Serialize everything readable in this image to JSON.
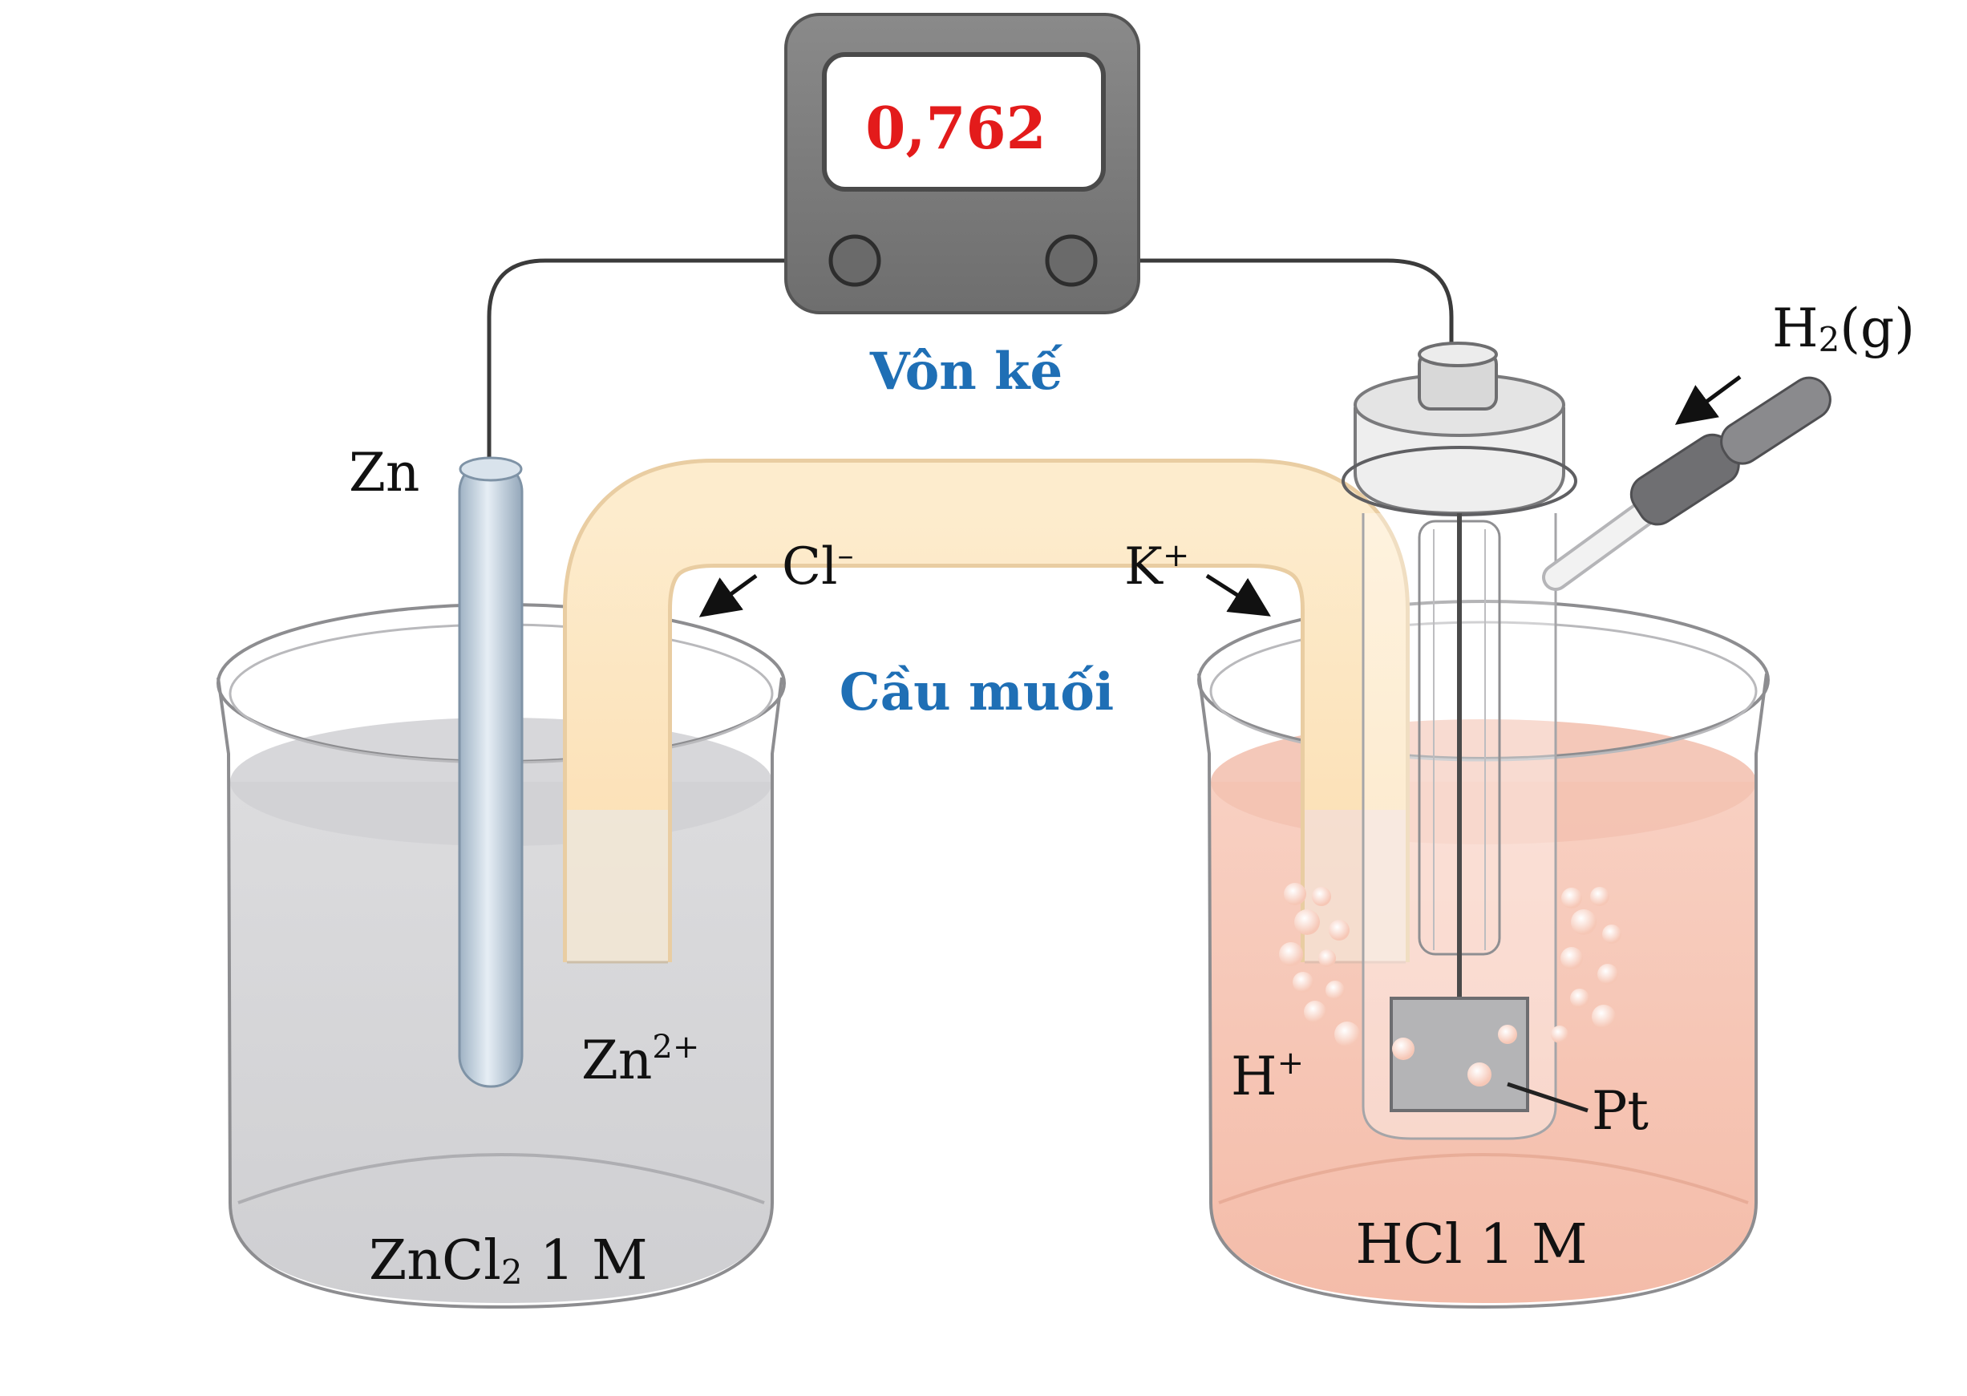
{
  "voltmeter": {
    "reading": "0,762",
    "label": "Vôn kế"
  },
  "salt_bridge": {
    "label": "Cầu muối",
    "anion": "Cl",
    "anion_charge": "–",
    "cation": "K",
    "cation_charge": "+"
  },
  "left_cell": {
    "electrode": "Zn",
    "ion": "Zn",
    "ion_charge": "2+",
    "solution_a": "ZnCl",
    "solution_sub": "2",
    "solution_b": " 1 M"
  },
  "right_cell": {
    "gas_a": "H",
    "gas_sub": "2",
    "gas_b": "(g)",
    "ion": "H",
    "ion_charge": "+",
    "electrode": "Pt",
    "solution": "HCl 1 M"
  },
  "colors": {
    "reading": "#e31b1b",
    "label_blue": "#1f6fb5",
    "zinc_solution": "#d6d6d8",
    "acid_solution": "#f6c4b4",
    "salt_bridge": "#fbe3bd"
  }
}
